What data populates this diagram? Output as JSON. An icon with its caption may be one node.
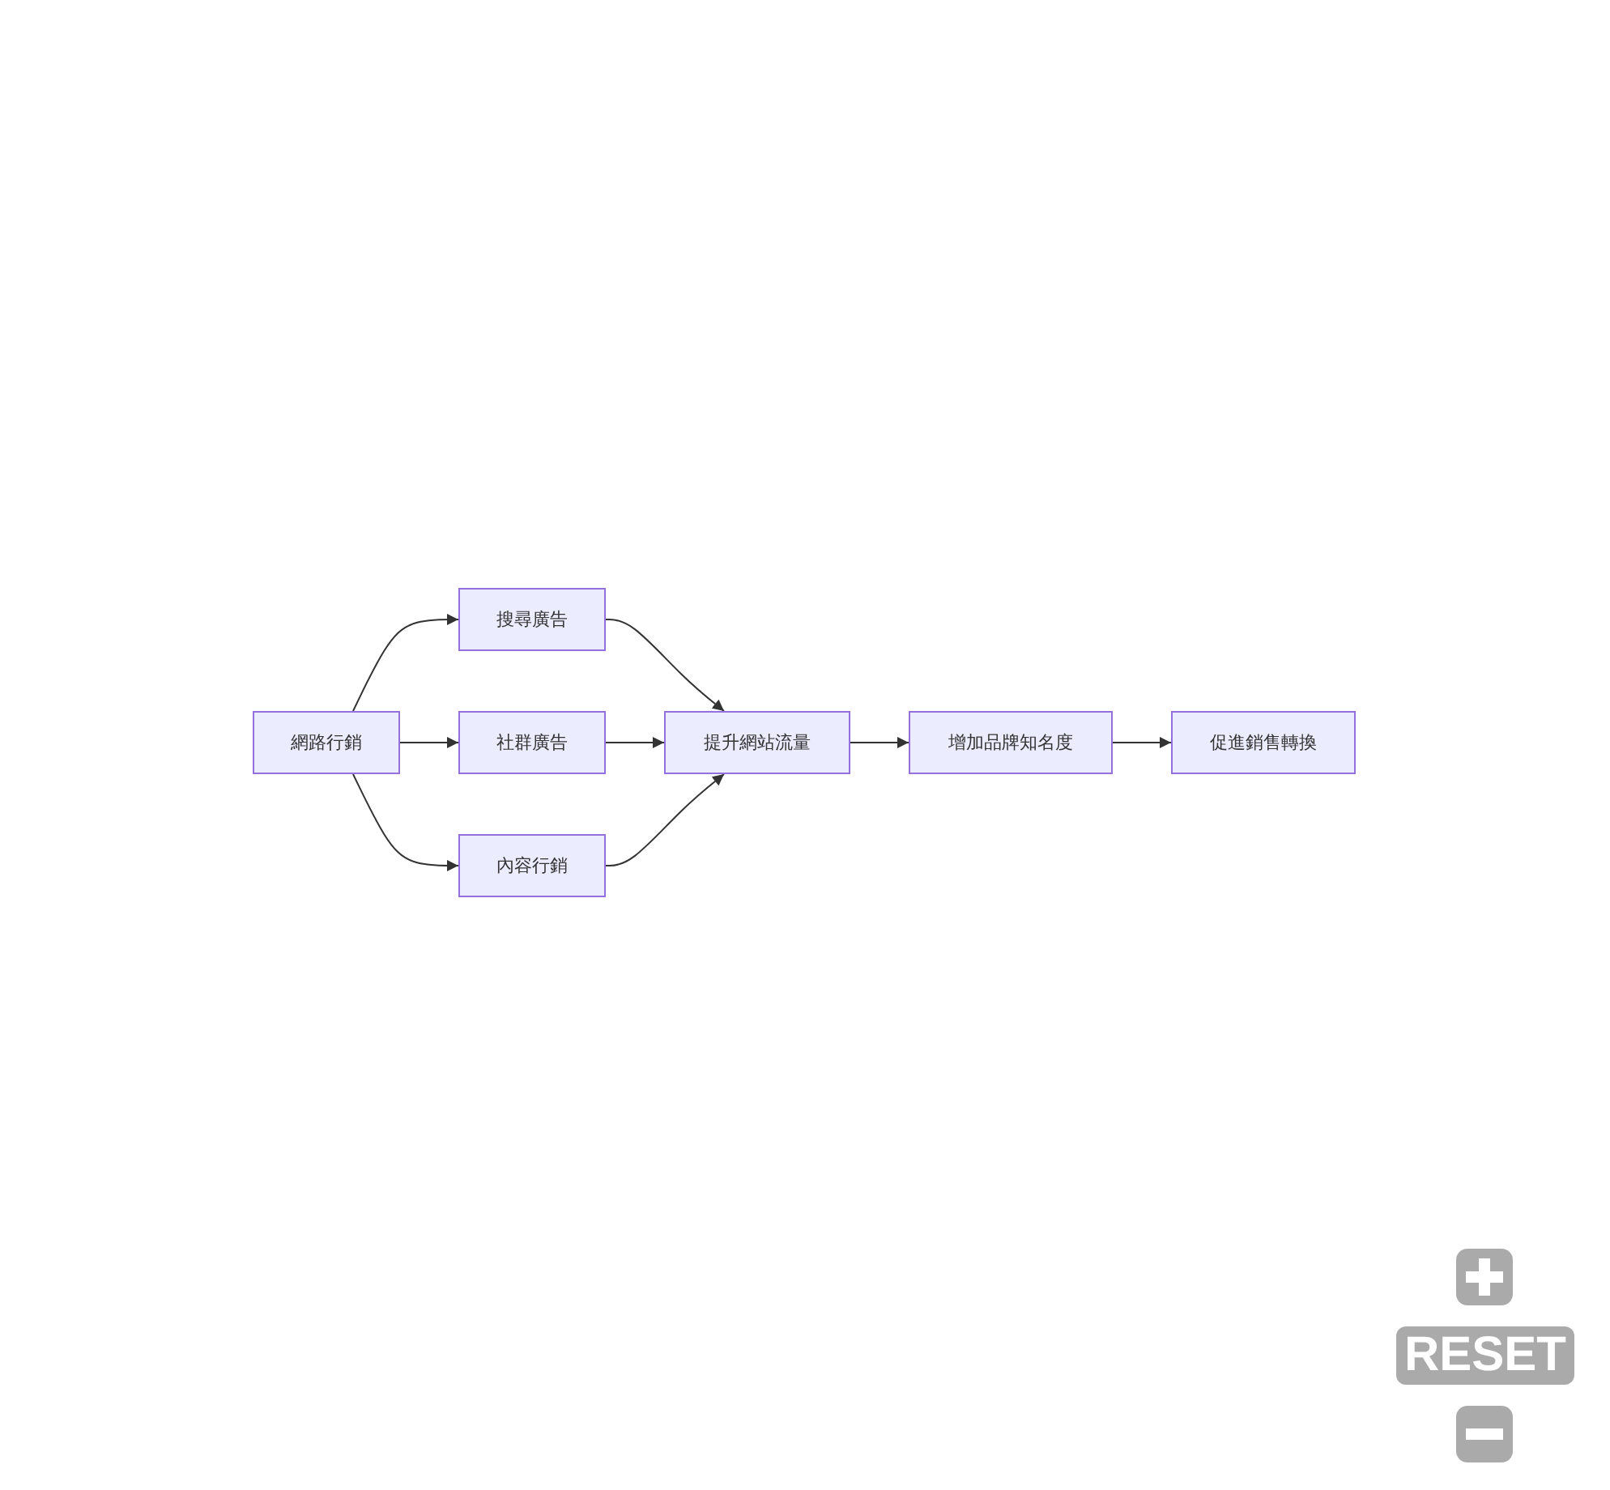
{
  "diagram": {
    "nodes": [
      {
        "text": [
          "網路行銷"
        ]
      },
      {
        "text": [
          "搜尋廣告"
        ]
      },
      {
        "text": [
          "社群廣告"
        ]
      },
      {
        "text": [
          "內容行銷"
        ]
      },
      {
        "text": [
          "提升網站流量"
        ]
      },
      {
        "text": [
          "增加品牌知名度"
        ]
      },
      {
        "text": [
          "促進銷售轉換"
        ]
      }
    ],
    "edges": [
      {
        "from": 0,
        "to": 1,
        "arrow": "to"
      },
      {
        "from": 0,
        "to": 2,
        "arrow": "to"
      },
      {
        "from": 0,
        "to": 3,
        "arrow": "to"
      },
      {
        "from": 1,
        "to": 4,
        "arrow": "to"
      },
      {
        "from": 2,
        "to": 4,
        "arrow": "to"
      },
      {
        "from": 3,
        "to": 4,
        "arrow": "to"
      },
      {
        "from": 4,
        "to": 5,
        "arrow": "to"
      },
      {
        "from": 5,
        "to": 6,
        "arrow": "to"
      }
    ],
    "labels": [
      "RESET"
    ]
  }
}
